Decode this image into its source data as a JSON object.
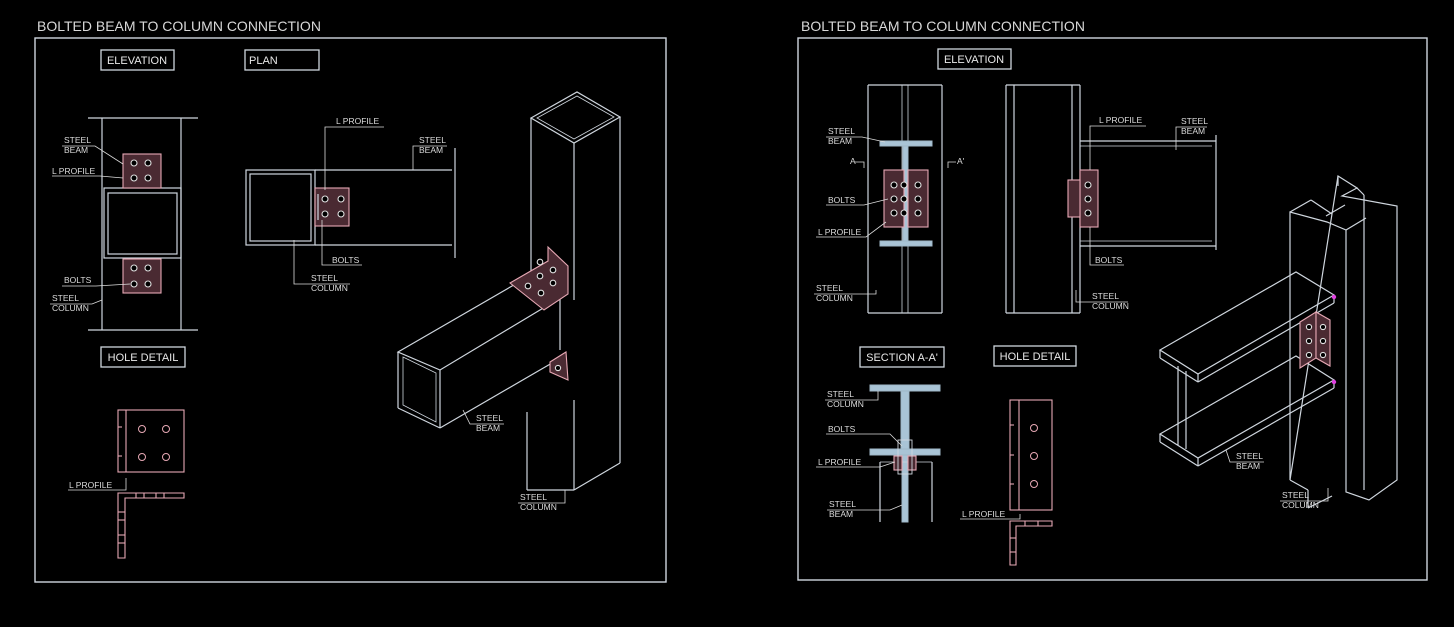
{
  "sheets": [
    {
      "title": "BOLTED BEAM TO COLUMN CONNECTION",
      "views": {
        "elevation": "ELEVATION",
        "plan": "PLAN",
        "hole_detail": "HOLE DETAIL"
      },
      "labels": {
        "steel_beam_1": "STEEL",
        "steel_beam_2": "BEAM",
        "l_profile": "L PROFILE",
        "bolts": "BOLTS",
        "steel_column_1": "STEEL",
        "steel_column_2": "COLUMN"
      }
    },
    {
      "title": "BOLTED BEAM TO COLUMN CONNECTION",
      "views": {
        "elevation": "ELEVATION",
        "section": "SECTION A-A'",
        "hole_detail": "HOLE DETAIL"
      },
      "labels": {
        "steel_beam_1": "STEEL",
        "steel_beam_2": "BEAM",
        "l_profile": "L PROFILE",
        "bolts": "BOLTS",
        "steel_column_1": "STEEL",
        "steel_column_2": "COLUMN",
        "section_a": "A",
        "section_a_prime": "A'"
      }
    }
  ],
  "colors": {
    "background": "#000000",
    "linework": "#cfd6de",
    "l_profile": "#e6a8b4",
    "i_section": "#a9c4d6",
    "weld_marker": "#e040e0"
  }
}
